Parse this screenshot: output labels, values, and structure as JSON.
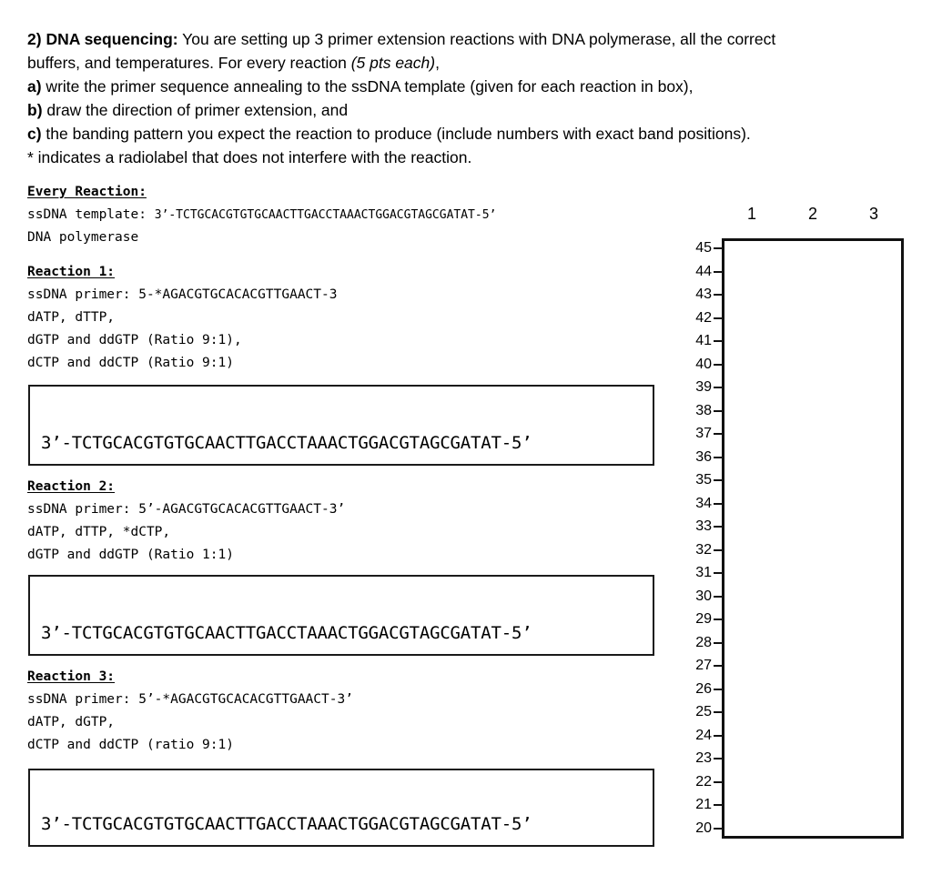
{
  "question": {
    "number": "2)",
    "title": "DNA sequencing:",
    "intro_line1_rest": " You are setting up 3 primer extension reactions with DNA polymerase, all the correct",
    "intro_line2_pre": "buffers, and temperatures. For every reaction ",
    "intro_line2_italic": "(5 pts each)",
    "intro_line2_post": ",",
    "part_a_label": "a)",
    "part_a_text": " write the primer sequence annealing to the ssDNA template (given for each reaction in box),",
    "part_b_label": "b)",
    "part_b_text": " draw the direction of primer extension, and",
    "part_c_label": "c)",
    "part_c_text": " the banding pattern you expect the reaction to produce (include numbers with exact band positions).",
    "footnote": "* indicates a radiolabel that does not interfere with the reaction."
  },
  "every_reaction": {
    "heading": "Every Reaction:",
    "template_label": "ssDNA template: ",
    "template_sequence": "3’-TCTGCACGTGTGCAACTTGACCTAAACTGGACGTAGCGATAT-5’",
    "enzyme": "DNA polymerase"
  },
  "reactions": [
    {
      "heading": "Reaction 1:",
      "primer_label": "ssDNA primer: ",
      "primer_sequence": "5-*AGACGTGCACACGTTGAACT-3",
      "nucleotides": [
        "dATP, dTTP,",
        "dGTP and ddGTP (Ratio 9:1),",
        "dCTP and ddCTP (Ratio 9:1)"
      ],
      "answer_box_sequence": "3’-TCTGCACGTGTGCAACTTGACCTAAACTGGACGTAGCGATAT-5’"
    },
    {
      "heading": "Reaction 2:",
      "primer_label": "ssDNA primer: ",
      "primer_sequence": "5’-AGACGTGCACACGTTGAACT-3’",
      "nucleotides": [
        "dATP, dTTP, *dCTP,",
        "dGTP and ddGTP (Ratio 1:1)"
      ],
      "answer_box_sequence": "3’-TCTGCACGTGTGCAACTTGACCTAAACTGGACGTAGCGATAT-5’"
    },
    {
      "heading": "Reaction 3:",
      "primer_label": "ssDNA primer: ",
      "primer_sequence": "5’-*AGACGTGCACACGTTGAACT-3’",
      "nucleotides": [
        "dATP, dGTP,",
        "dCTP and ddCTP (ratio 9:1)"
      ],
      "answer_box_sequence": "3’-TCTGCACGTGTGCAACTTGACCTAAACTGGACGTAGCGATAT-5’"
    }
  ],
  "gel": {
    "lane_labels": [
      "1",
      "2",
      "3"
    ],
    "ladder_values": [
      "45",
      "44",
      "43",
      "42",
      "41",
      "40",
      "39",
      "38",
      "37",
      "36",
      "35",
      "34",
      "33",
      "32",
      "31",
      "30",
      "29",
      "28",
      "27",
      "26",
      "25",
      "24",
      "23",
      "22",
      "21",
      "20"
    ],
    "ladder_max": 45,
    "ladder_min": 20,
    "bands": [],
    "border_color": "#111111"
  }
}
